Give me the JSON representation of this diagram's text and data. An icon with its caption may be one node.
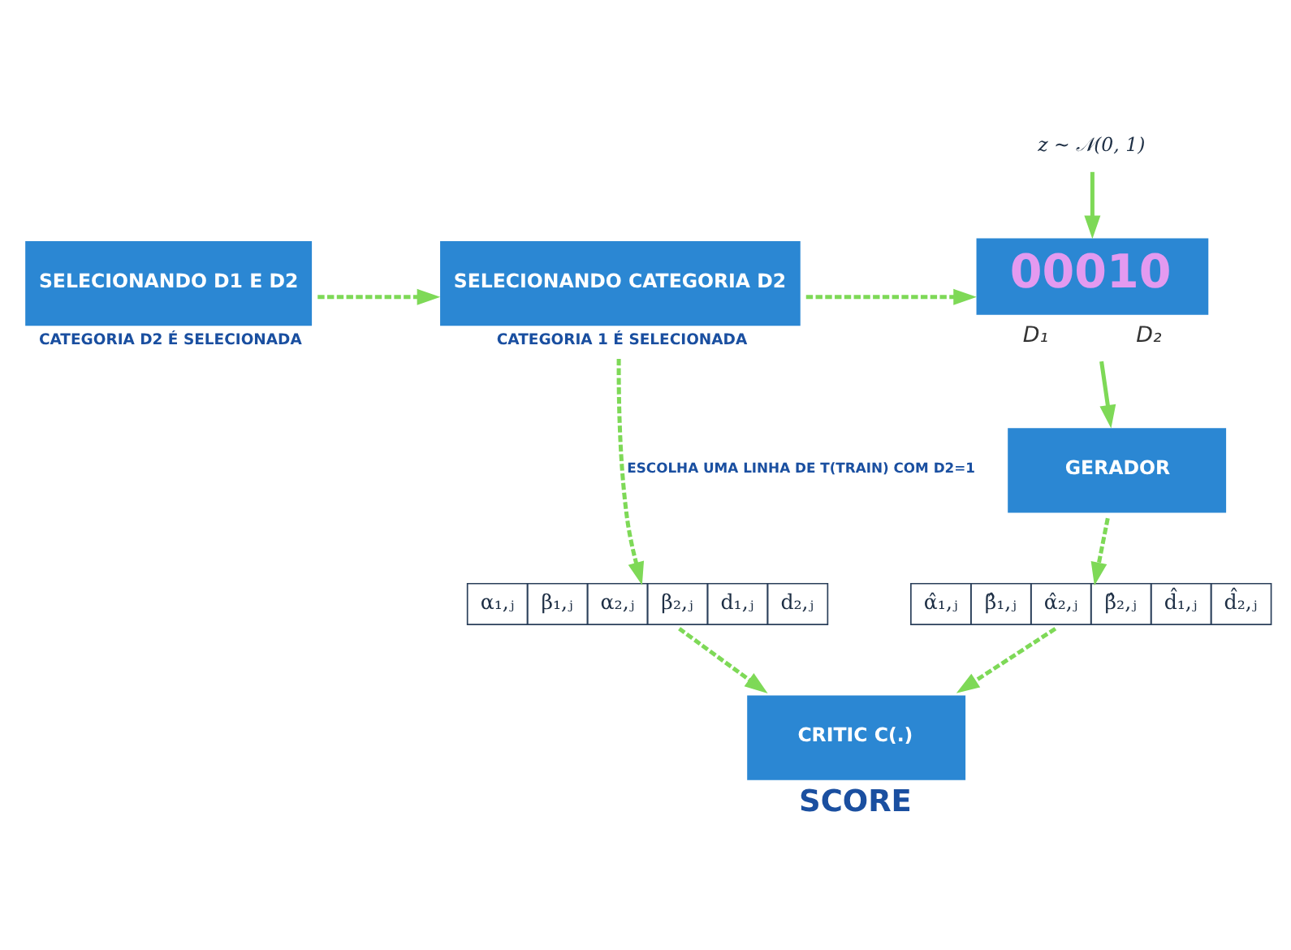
{
  "diagram": {
    "nodes": [
      {
        "text": [
          "SELECIONANDO D1 E D2"
        ],
        "beside": [
          "CATEGORIA D2 É SELECIONADA"
        ]
      },
      {
        "text": [
          "SELECIONANDO CATEGORIA D2"
        ],
        "beside": [
          "CATEGORIA 1 É SELECIONADA"
        ]
      },
      {
        "text": [
          "00010"
        ],
        "beside": [
          "D₁",
          "D₂"
        ]
      },
      {
        "text": [
          "z ~ 𝒩(0, 1)"
        ]
      },
      {
        "text": [
          "GERADOR"
        ]
      },
      {
        "text": [
          "α₁,ⱼ",
          "β₁,ⱼ",
          "α₂,ⱼ",
          "β₂,ⱼ",
          "d₁,ⱼ",
          "d₂,ⱼ"
        ]
      },
      {
        "text": [
          "α̂₁,ⱼ",
          "β̂₁,ⱼ",
          "α̂₂,ⱼ",
          "β̂₂,ⱼ",
          "d̂₁,ⱼ",
          "d̂₂,ⱼ"
        ]
      },
      {
        "text": [
          "CRITIC C(.)"
        ],
        "beside": [
          "SCORE"
        ]
      }
    ],
    "edges": [
      {
        "from": 0,
        "to": 1,
        "arrow": "to",
        "style": "dashed"
      },
      {
        "from": 1,
        "to": 2,
        "arrow": "to",
        "style": "dashed"
      },
      {
        "from": 3,
        "to": 2,
        "arrow": "to"
      },
      {
        "from": 2,
        "to": 4,
        "arrow": "to"
      },
      {
        "from": 1,
        "to": 5,
        "arrow": "to",
        "style": "dashed",
        "label": "ESCOLHA UMA LINHA DE T(TRAIN) COM D2=1"
      },
      {
        "from": 4,
        "to": 6,
        "arrow": "to",
        "style": "dashed"
      },
      {
        "from": 5,
        "to": 7,
        "arrow": "to",
        "style": "dashed"
      },
      {
        "from": 6,
        "to": 7,
        "arrow": "to",
        "style": "dashed"
      }
    ]
  }
}
